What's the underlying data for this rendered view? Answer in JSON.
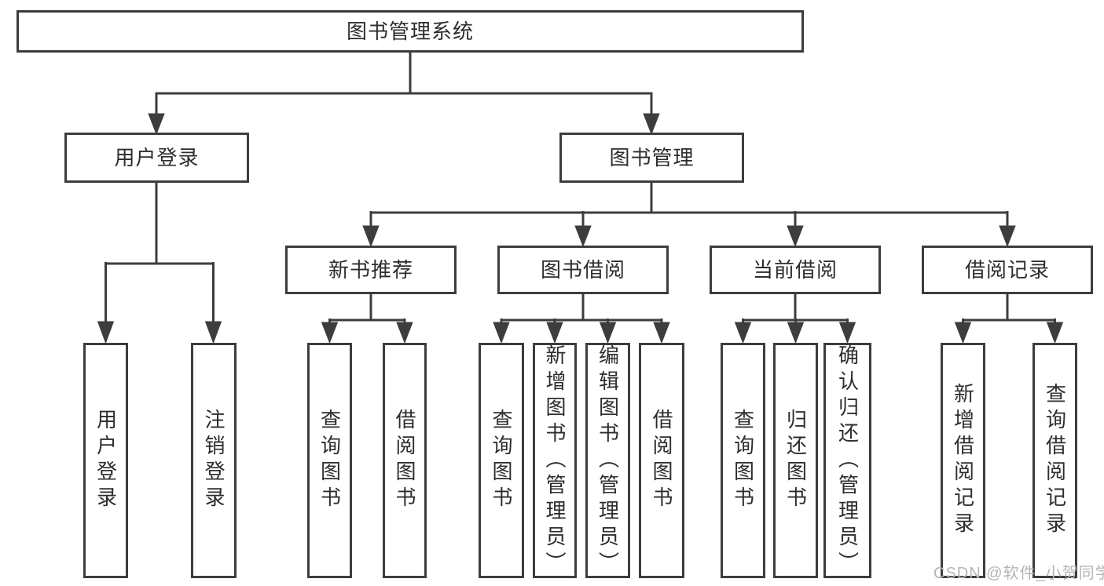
{
  "diagram": {
    "root": {
      "label": "图书管理系统"
    },
    "branches": [
      {
        "label": "用户登录",
        "children": [
          {
            "label": "用户登录"
          },
          {
            "label": "注销登录"
          }
        ]
      },
      {
        "label": "图书管理",
        "children": [
          {
            "label": "新书推荐",
            "children": [
              {
                "label": "查询图书"
              },
              {
                "label": "借阅图书"
              }
            ]
          },
          {
            "label": "图书借阅",
            "children": [
              {
                "label": "查询图书"
              },
              {
                "label": "新增图书（管理员）"
              },
              {
                "label": "编辑图书（管理员）"
              },
              {
                "label": "借阅图书"
              }
            ]
          },
          {
            "label": "当前借阅",
            "children": [
              {
                "label": "查询图书"
              },
              {
                "label": "归还图书"
              },
              {
                "label": "确认归还（管理员）"
              }
            ]
          },
          {
            "label": "借阅记录",
            "children": [
              {
                "label": "新增借阅记录"
              },
              {
                "label": "查询借阅记录"
              }
            ]
          }
        ]
      }
    ]
  },
  "watermark": {
    "text": "CSDN @软件_小贺同学"
  },
  "colors": {
    "line": "#3d3d3d",
    "box_border": "#3d3d3d",
    "text": "#2d2d2d",
    "watermark": "#b5b5b5",
    "background": "#ffffff"
  }
}
